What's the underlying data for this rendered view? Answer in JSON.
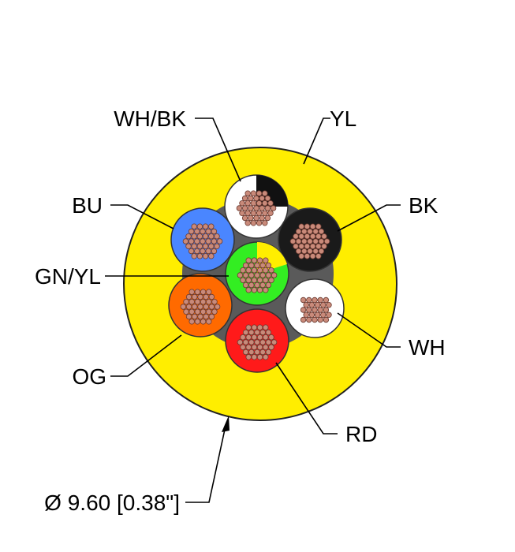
{
  "jacket": {
    "label": "YL",
    "color": "#ffee00"
  },
  "cores": [
    {
      "id": "wh-bk",
      "label": "WH/BK",
      "color": "#ffffff",
      "stripe": "#111111"
    },
    {
      "id": "bk",
      "label": "BK",
      "color": "#1a1a1a"
    },
    {
      "id": "wh",
      "label": "WH",
      "color": "#ffffff"
    },
    {
      "id": "rd",
      "label": "RD",
      "color": "#ff1a1a"
    },
    {
      "id": "og",
      "label": "OG",
      "color": "#ff6a00"
    },
    {
      "id": "bu",
      "label": "BU",
      "color": "#4a86ff"
    },
    {
      "id": "gn-yl",
      "label": "GN/YL",
      "color": "#33ee22",
      "stripe": "#ffee00"
    }
  ],
  "diameter_label": "Ø 9.60 [0.38\"]",
  "colors": {
    "filler": "#5a5a5a",
    "strand": "#c98a7a",
    "strand_outline": "#6b3a30",
    "insulation_outline": "#333333"
  }
}
